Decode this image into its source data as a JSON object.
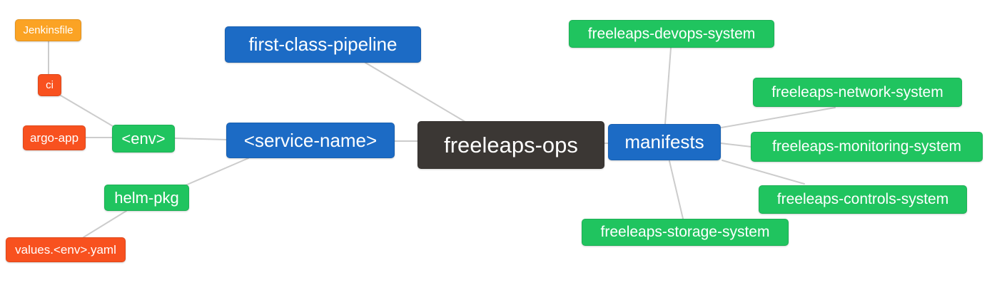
{
  "diagram": {
    "type": "mind-map",
    "root": "freeleaps-ops"
  },
  "colors": {
    "root_bg": "#3b3734",
    "branch_bg": "#1c6bc5",
    "sub_branch_bg": "#20c45f",
    "leaf_bg": "#f8511f",
    "file_bg": "#fba324",
    "edge": "#cccccc",
    "text": "#ffffff"
  },
  "nodes": {
    "jenkinsfile": {
      "label": "Jenkinsfile"
    },
    "ci": {
      "label": "ci"
    },
    "argo_app": {
      "label": "argo-app"
    },
    "env": {
      "label": "<env>"
    },
    "helm_pkg": {
      "label": "helm-pkg"
    },
    "values_yaml": {
      "label": "values.<env>.yaml"
    },
    "first_class_pipeline": {
      "label": "first-class-pipeline"
    },
    "service_name": {
      "label": "<service-name>"
    },
    "freeleaps_ops": {
      "label": "freeleaps-ops"
    },
    "manifests": {
      "label": "manifests"
    },
    "devops_system": {
      "label": "freeleaps-devops-system"
    },
    "network_system": {
      "label": "freeleaps-network-system"
    },
    "monitoring_system": {
      "label": "freeleaps-monitoring-system"
    },
    "controls_system": {
      "label": "freeleaps-controls-system"
    },
    "storage_system": {
      "label": "freeleaps-storage-system"
    }
  },
  "edges": [
    [
      "jenkinsfile",
      "ci"
    ],
    [
      "ci",
      "env"
    ],
    [
      "argo_app",
      "env"
    ],
    [
      "env",
      "service_name"
    ],
    [
      "service_name",
      "helm_pkg"
    ],
    [
      "helm_pkg",
      "values_yaml"
    ],
    [
      "first_class_pipeline",
      "freeleaps_ops"
    ],
    [
      "service_name",
      "freeleaps_ops"
    ],
    [
      "freeleaps_ops",
      "manifests"
    ],
    [
      "devops_system",
      "manifests"
    ],
    [
      "manifests",
      "network_system"
    ],
    [
      "manifests",
      "monitoring_system"
    ],
    [
      "manifests",
      "controls_system"
    ],
    [
      "manifests",
      "storage_system"
    ]
  ]
}
